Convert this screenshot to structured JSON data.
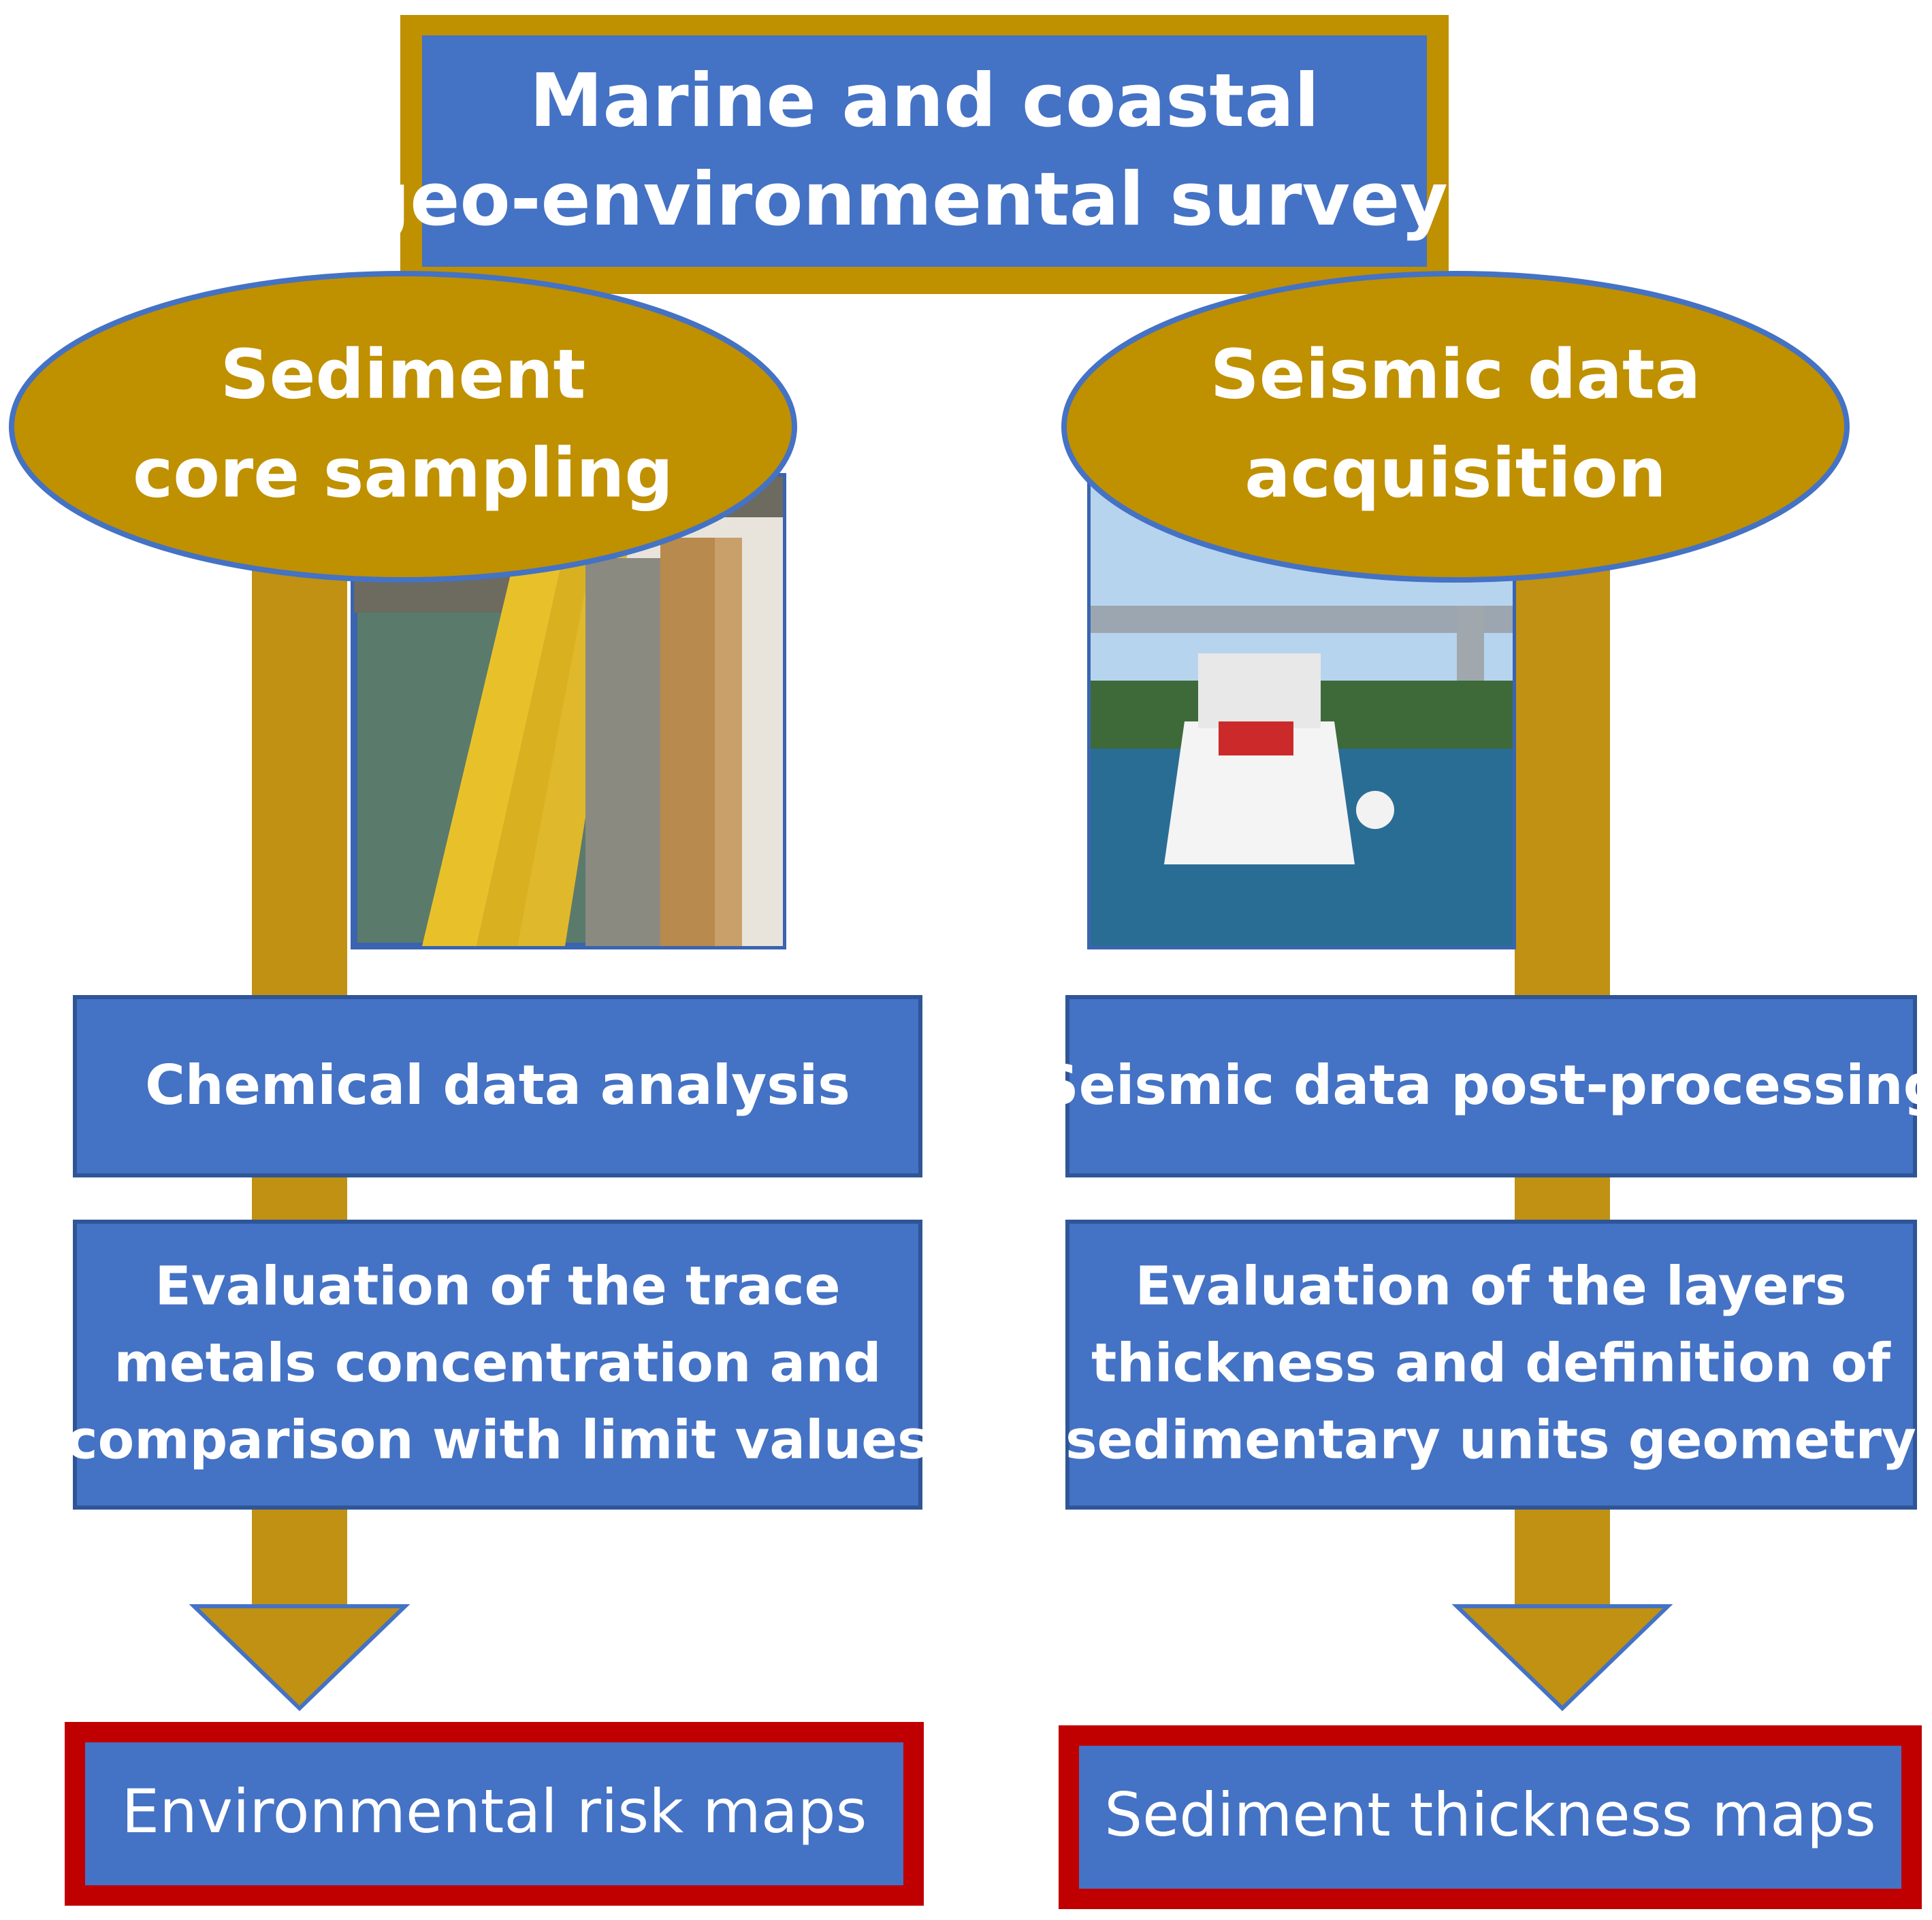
{
  "colors": {
    "blue": "#4472c4",
    "gold": "#bf9000",
    "gold_fill": "#c09112",
    "red": "#c00000",
    "white": "#ffffff"
  },
  "top": {
    "lines": [
      "Marine and coastal",
      "geo-environmental surveys"
    ]
  },
  "left": {
    "ellipse_lines": [
      "Sediment",
      "core sampling"
    ],
    "photo": "sediment-core-photo",
    "step1": "Chemical data analysis",
    "step2_lines": [
      "Evaluation of the trace",
      "metals concentration and",
      "comparison with limit values"
    ],
    "output": "Environmental risk maps"
  },
  "right": {
    "ellipse_lines": [
      "Seismic data",
      "acquisition"
    ],
    "photo": "survey-boat-photo",
    "step1": "Seismic data post-processing",
    "step2_lines": [
      "Evaluation of the layers",
      "thickness and definition of",
      "sedimentary units geometry"
    ],
    "output": "Sediment thickness maps"
  }
}
